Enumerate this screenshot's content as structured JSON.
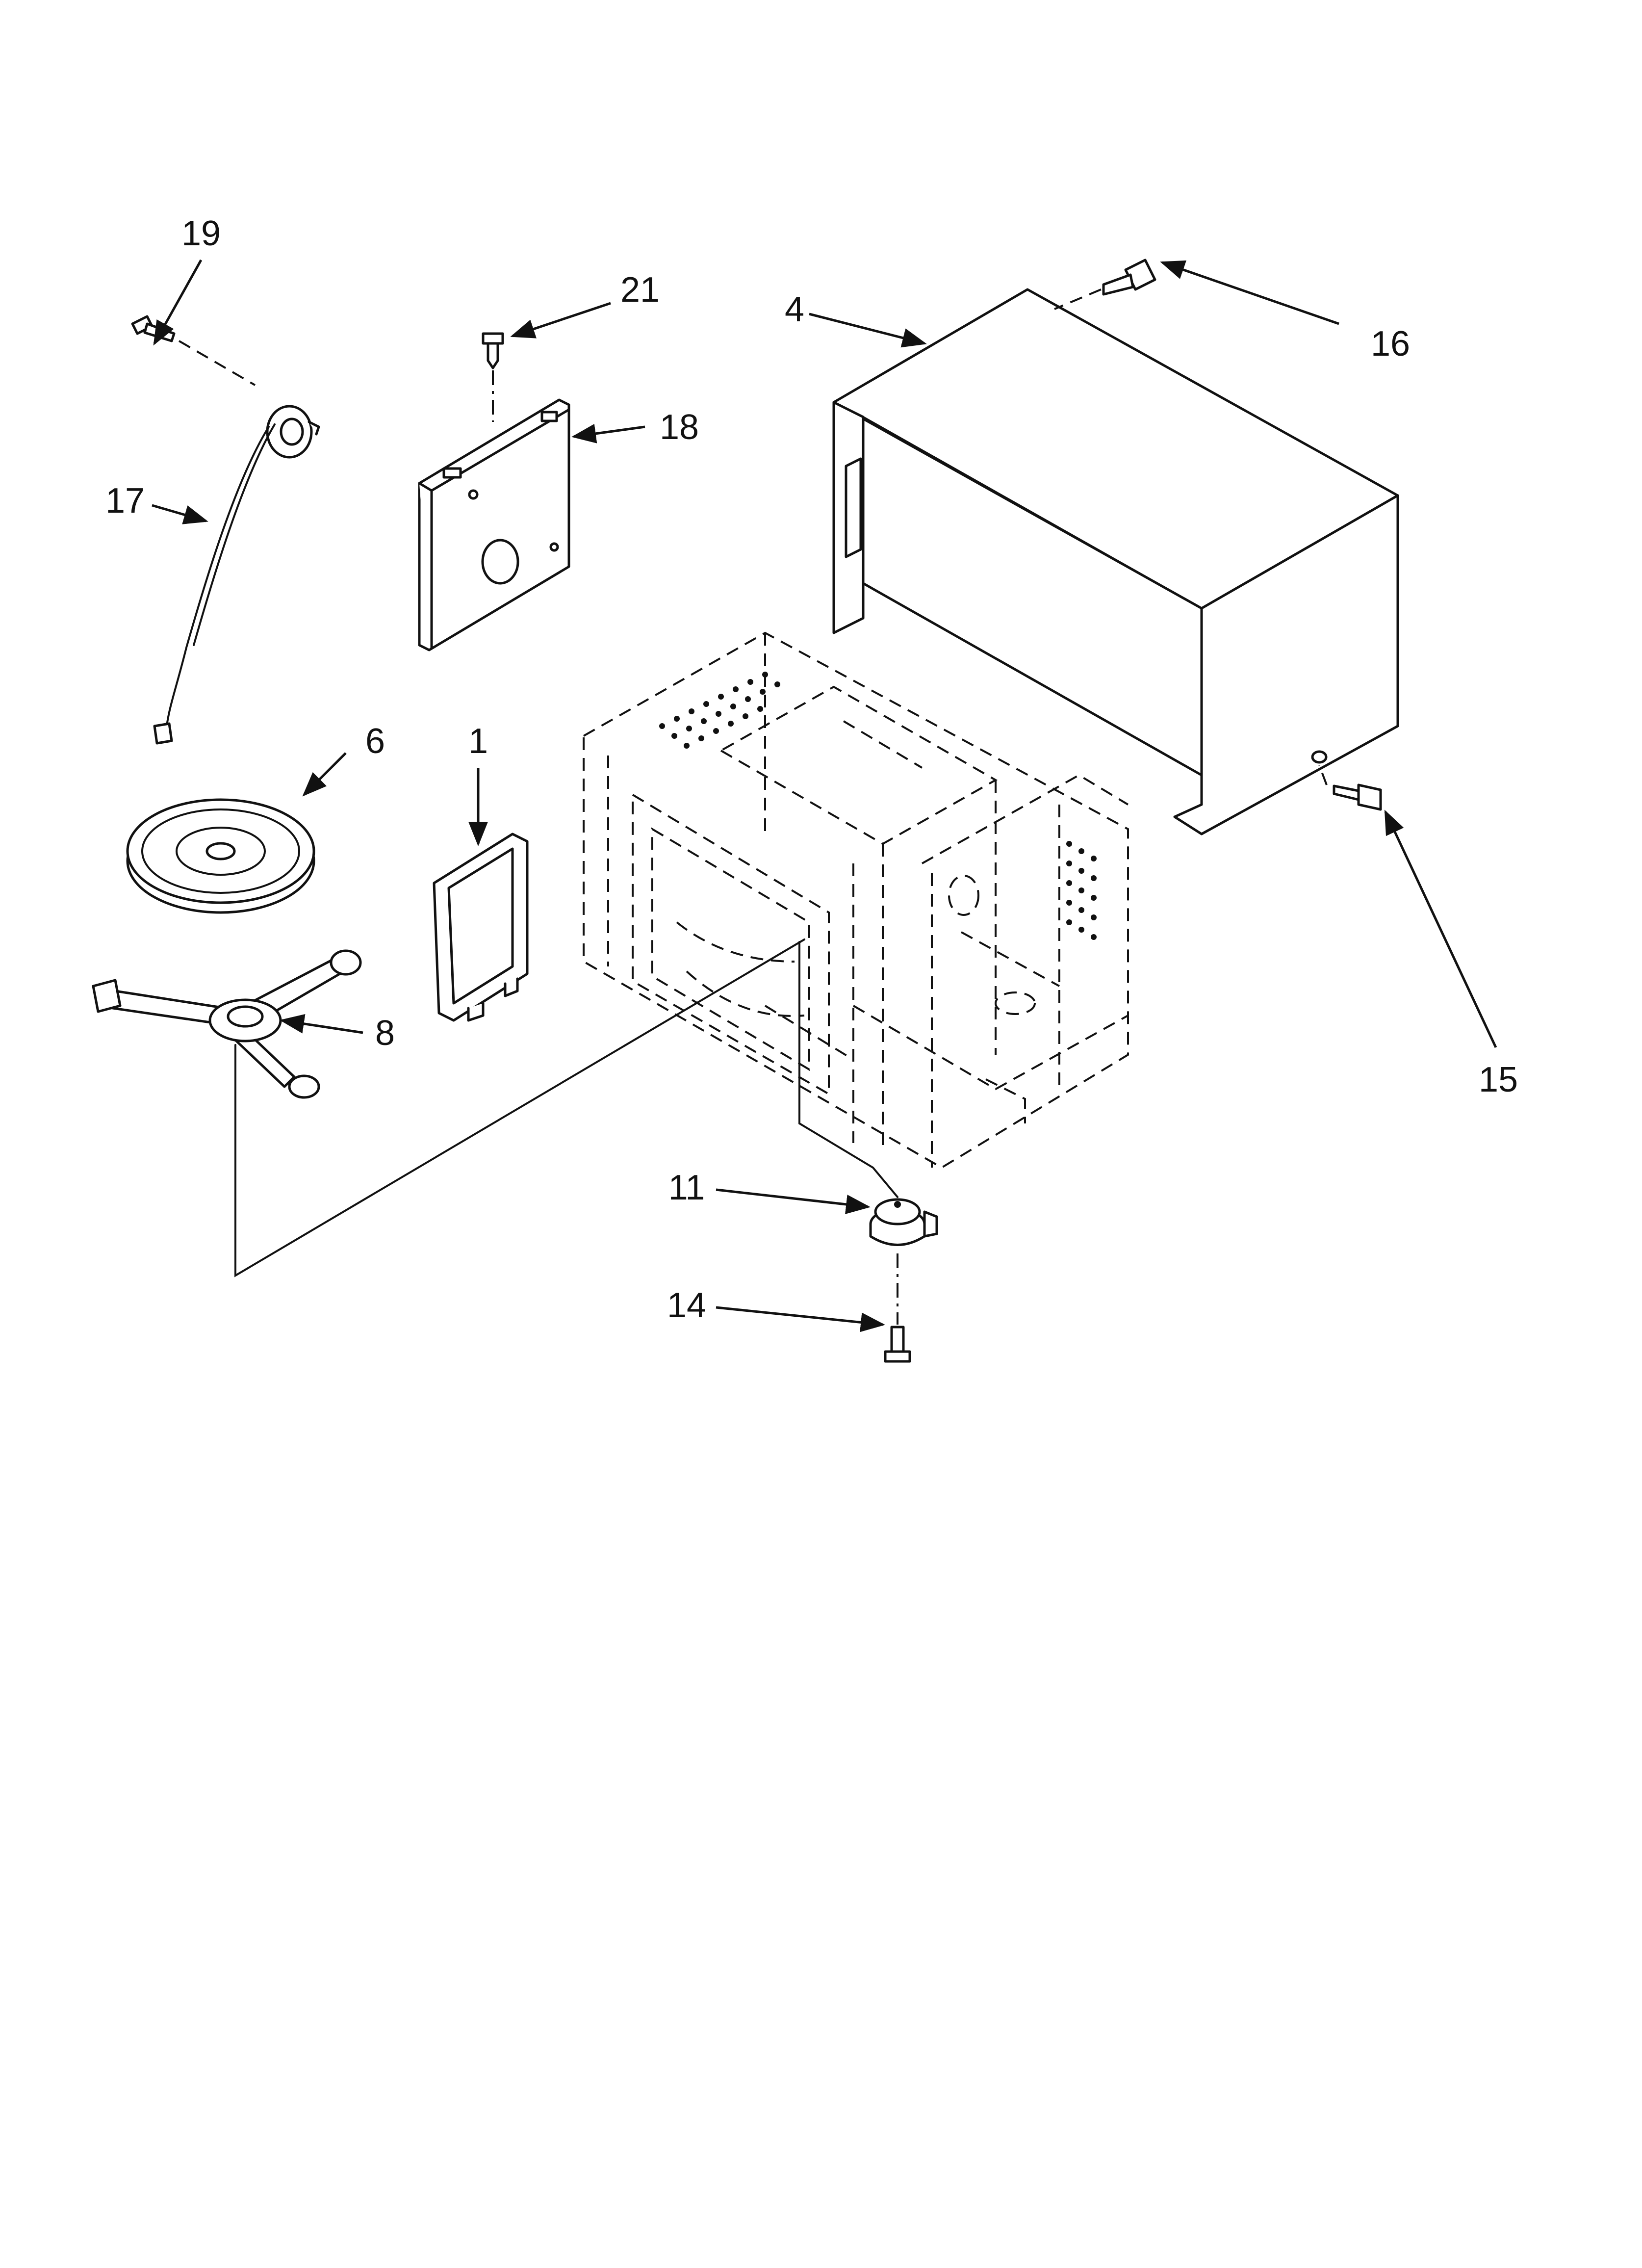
{
  "callouts": {
    "c19": "19",
    "c21": "21",
    "c4": "4",
    "c16": "16",
    "c18": "18",
    "c17": "17",
    "c6": "6",
    "c1": "1",
    "c8": "8",
    "c15": "15",
    "c11": "11",
    "c14": "14"
  }
}
